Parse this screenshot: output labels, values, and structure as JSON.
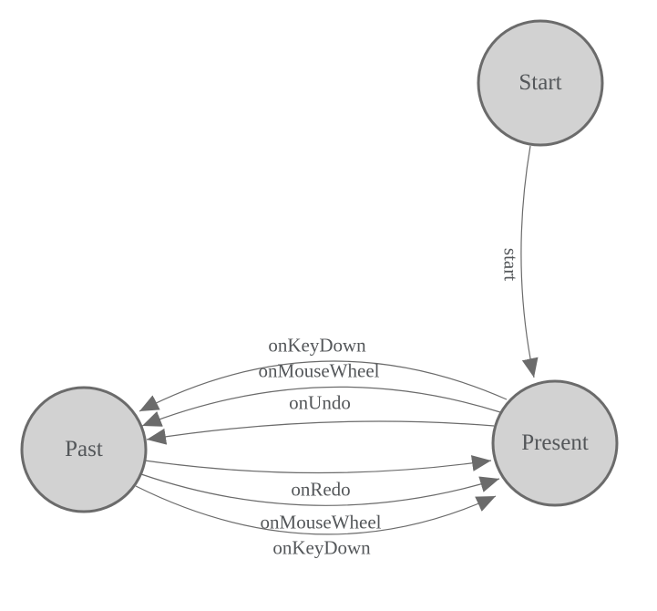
{
  "diagram": {
    "type": "state-machine",
    "colors": {
      "background": "#ffffff",
      "node_fill": "#d2d2d2",
      "node_border": "#6b6b6b",
      "edge": "#6b6b6b",
      "text": "#54575a"
    },
    "nodes": [
      {
        "id": "start",
        "label": "Start"
      },
      {
        "id": "past",
        "label": "Past"
      },
      {
        "id": "present",
        "label": "Present"
      }
    ],
    "edges": [
      {
        "from": "start",
        "to": "present",
        "label": "start"
      },
      {
        "from": "present",
        "to": "past",
        "label": "onKeyDown"
      },
      {
        "from": "present",
        "to": "past",
        "label": "onMouseWheel"
      },
      {
        "from": "present",
        "to": "past",
        "label": "onUndo"
      },
      {
        "from": "past",
        "to": "present",
        "label": "onRedo"
      },
      {
        "from": "past",
        "to": "present",
        "label": "onMouseWheel"
      },
      {
        "from": "past",
        "to": "present",
        "label": "onKeyDown"
      }
    ]
  }
}
